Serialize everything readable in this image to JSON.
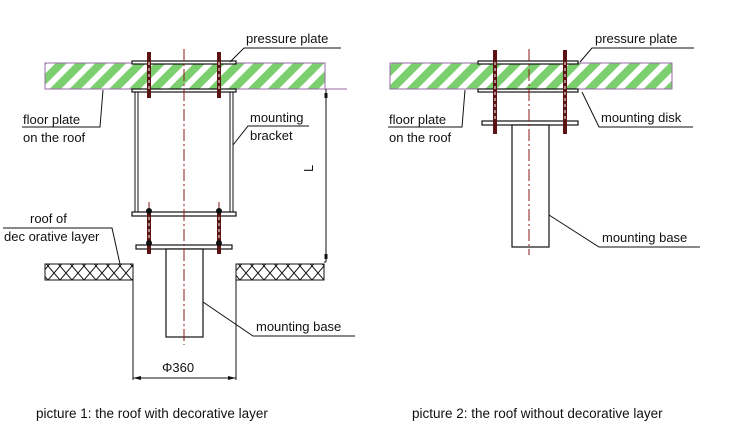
{
  "figure_1": {
    "caption": "picture 1: the roof with decorative layer",
    "labels": {
      "pressure_plate": "pressure plate",
      "floor_plate_line1": "floor plate",
      "floor_plate_line2": "on the roof",
      "mounting_bracket_line1": "mounting",
      "mounting_bracket_line2": "bracket",
      "roof_decorative_line1": "roof of",
      "roof_decorative_line2": "dec orative layer",
      "mounting_base": "mounting base",
      "dimension_L": "L",
      "diameter": "Φ360"
    }
  },
  "figure_2": {
    "caption": "picture 2: the roof without decorative layer",
    "labels": {
      "pressure_plate": "pressure plate",
      "floor_plate_line1": "floor plate",
      "floor_plate_line2": "on the roof",
      "mounting_disk": "mounting disk",
      "mounting_base": "mounting base"
    }
  },
  "colors": {
    "slab_hatch": "#7ccf6e",
    "bolt": "#5a1414",
    "center_axis": "#8b1a1a",
    "slab_border": "#9a6aa8",
    "line": "#111111"
  }
}
